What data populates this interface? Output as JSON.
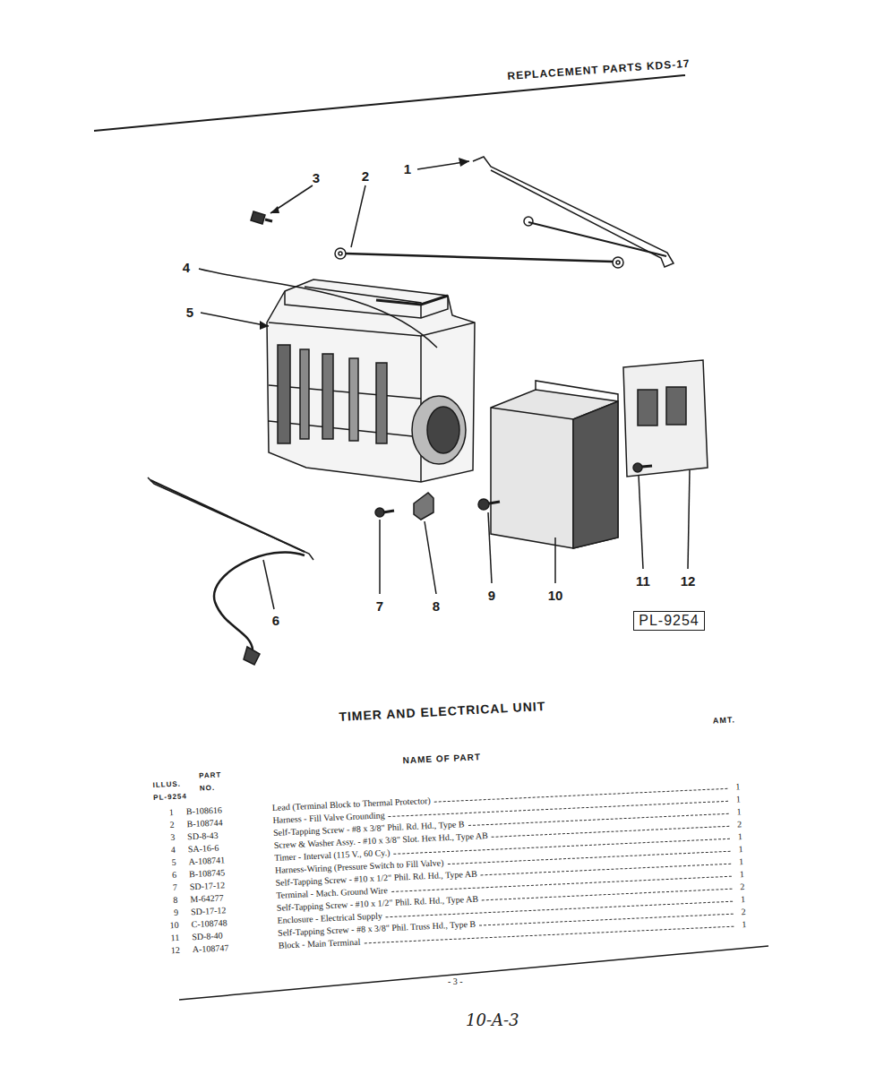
{
  "diagram": {
    "title": "REPLACEMENT PARTS KDS-17",
    "caption": "TIMER AND ELECTRICAL UNIT",
    "nodes": [
      {
        "text": [
          "PL-9254"
        ]
      }
    ],
    "labels": [
      "1",
      "2",
      "3",
      "4",
      "5",
      "6",
      "7",
      "8",
      "9",
      "10",
      "11",
      "12",
      "AMT.",
      "ILLUS.",
      "PL-9254",
      "PART",
      "NO.",
      "NAME OF PART",
      "1",
      "B-108616",
      "Lead (Terminal Block to Thermal Protector)",
      "1",
      "2",
      "B-108744",
      "Harness - Fill Valve Grounding",
      "1",
      "3",
      "SD-8-43",
      "Self-Tapping Screw - #8 x 3/8\" Phil. Rd. Hd., Type B",
      "1",
      "4",
      "SA-16-6",
      "Screw & Washer Assy. - #10 x 3/8\" Slot. Hex Hd., Type AB",
      "2",
      "5",
      "A-108741",
      "Timer - Interval (115 V., 60 Cy.)",
      "1",
      "6",
      "B-108745",
      "Harness-Wiring (Pressure Switch to Fill Valve)",
      "1",
      "7",
      "SD-17-12",
      "Self-Tapping Screw - #10 x 1/2\" Phil. Rd. Hd., Type AB",
      "1",
      "8",
      "M-64277",
      "Terminal - Mach. Ground Wire",
      "1",
      "9",
      "SD-17-12",
      "Self-Tapping Screw - #10 x 1/2\" Phil. Rd. Hd., Type AB",
      "2",
      "10",
      "C-108748",
      "Enclosure - Electrical Supply",
      "1",
      "11",
      "SD-8-40",
      "Self-Tapping Screw - #8 x 3/8\" Phil. Truss Hd., Type B",
      "2",
      "12",
      "A-108747",
      "Block - Main Terminal",
      "1",
      "- 3 -",
      "10-A-3"
    ]
  }
}
